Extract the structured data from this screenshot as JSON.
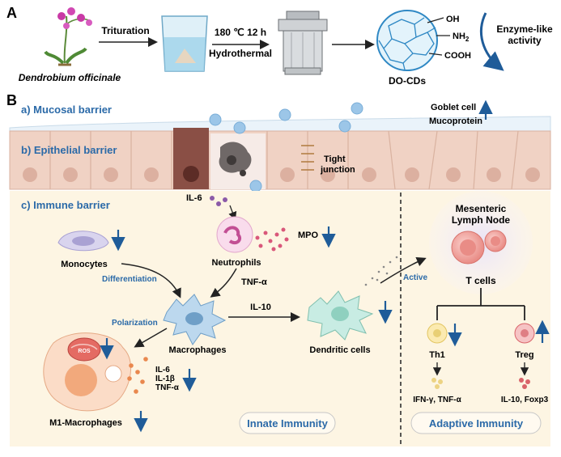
{
  "panel_a": {
    "label": "A",
    "plant_name": "Dendrobium officinale",
    "step1": "Trituration",
    "step2_line1": "180 ℃ 12 h",
    "step2_line2": "Hydrothermal",
    "product": "DO-CDs",
    "groups": {
      "oh": "OH",
      "nh2": "NH",
      "nh2_sub": "2",
      "cooh": "COOH"
    },
    "activity_line1": "Enzyme-like",
    "activity_line2": "activity"
  },
  "panel_b": {
    "label": "B",
    "mucosal": "a) Mucosal barrier",
    "epithelial": "b) Epithelial barrier",
    "immune": "c) Immune barrier",
    "goblet": "Goblet cell",
    "mucoprotein": "Mucoprotein",
    "tight1": "Tight",
    "tight2": "junction",
    "il6": "IL-6",
    "mpo": "MPO",
    "neutrophils": "Neutrophils",
    "monocytes": "Monocytes",
    "differentiation": "Differentiation",
    "tnfa": "TNF-α",
    "il10": "IL-10",
    "macrophages": "Macrophages",
    "polarization": "Polarization",
    "dendritic": "Dendritic cells",
    "active": "Active",
    "lymph1": "Mesenteric",
    "lymph2": "Lymph Node",
    "tcells": "T cells",
    "th1": "Th1",
    "treg": "Treg",
    "th1_out": "IFN-γ, TNF-α",
    "treg_out": "IL-10, Foxp3",
    "cyto1": "IL-6",
    "cyto2": "IL-1β",
    "cyto3": "TNF-α",
    "ros": "ROS",
    "m1": "M1-Macrophages",
    "innate": "Innate Immunity",
    "adaptive": "Adaptive Immunity"
  },
  "colors": {
    "down_arrow": "#1f5c99",
    "barrier_title": "#2b6aa8",
    "immune_bg": "#fdf5e3"
  }
}
